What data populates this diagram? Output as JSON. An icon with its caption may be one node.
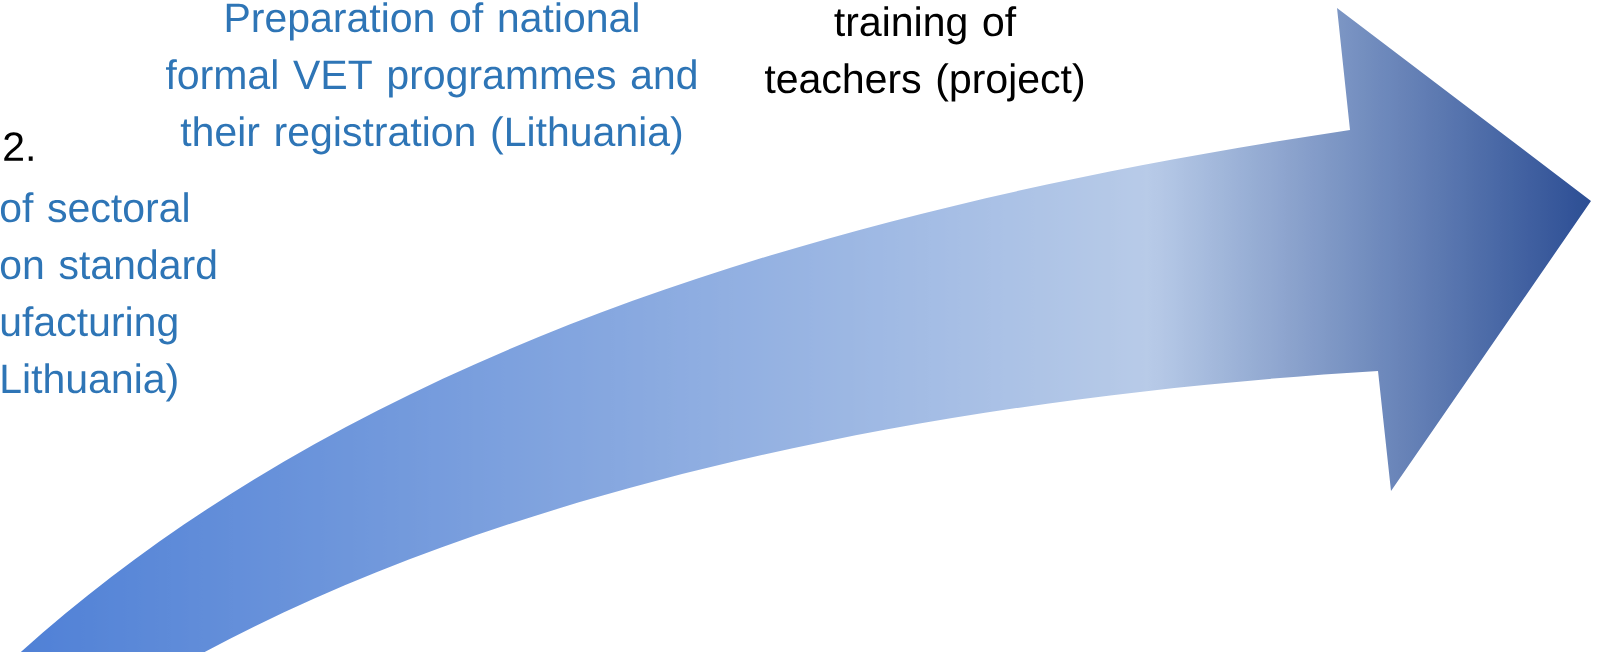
{
  "diagram": {
    "labels": [
      "Preparation of national formal VET programmes and their registration (Lithuania)",
      "training of teachers (project)",
      "2.",
      "of sectoral on standard ufacturing Lithuania)"
    ]
  }
}
